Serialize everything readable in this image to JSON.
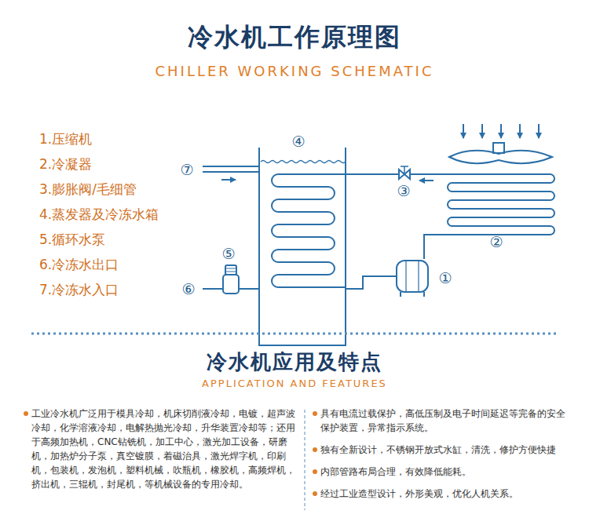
{
  "diagram": {
    "title": "冷水机工作原理图",
    "labels": [
      "CHILLER WORKING SCHEMATIC",
      "1.压缩机",
      "2.冷凝器",
      "3.膨胀阀/毛细管",
      "4.蒸发器及冷冻水箱",
      "5.循环水泵",
      "6.冷冻水出口",
      "7.冷冻水入口",
      "④",
      "⑦",
      "③",
      "②",
      "⑤",
      "①",
      "⑥",
      "冷水机应用及特点",
      "APPLICATION AND FEATURES",
      "工业冷水机广泛用于模具冷却，机床切削液冷却，电镀，超声波冷却，化学溶液冷却，电解热抛光冷却，升华装置冷却等；还用于高频加热机，CNC钻铣机，加工中心，激光加工设备，研磨机，加热炉分子泵，真空镀膜，着磁治具，激光焊字机，印刷机，包装机，发泡机，塑料机械，吹瓶机，橡胶机，高频焊机，挤出机，三辊机，封尾机，等机械设备的专用冷却。",
      "具有电流过载保护，高低压制及电子时间延迟等完备的安全保护装置，异常指示系统。",
      "独有全新设计，不锈钢开放式水缸，清洗，修护方便快捷",
      "内部管路布局合理，有效降低能耗。",
      "经过工业造型设计，外形美观，优化人机关系。"
    ]
  }
}
